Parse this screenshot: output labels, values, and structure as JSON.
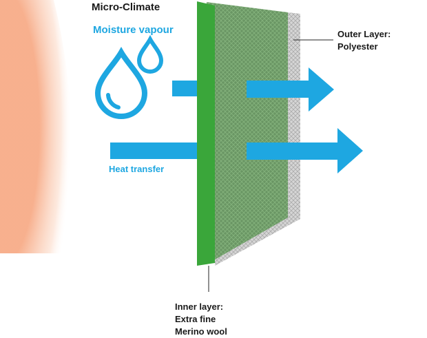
{
  "title": "Micro-Climate",
  "moisture_label": "Moisture vapour",
  "heat_label": "Heat transfer",
  "outer_layer": {
    "line1": "Outer Layer:",
    "line2": "Polyester"
  },
  "inner_layer": {
    "line1": "Inner layer:",
    "line2": "Extra fine",
    "line3": "Merino wool"
  },
  "colors": {
    "accent_blue": "#1ea7e1",
    "inner_green": "#3aa63a",
    "outer_grey": "#c8c8c8",
    "skin_glow": "#f7b08a"
  }
}
